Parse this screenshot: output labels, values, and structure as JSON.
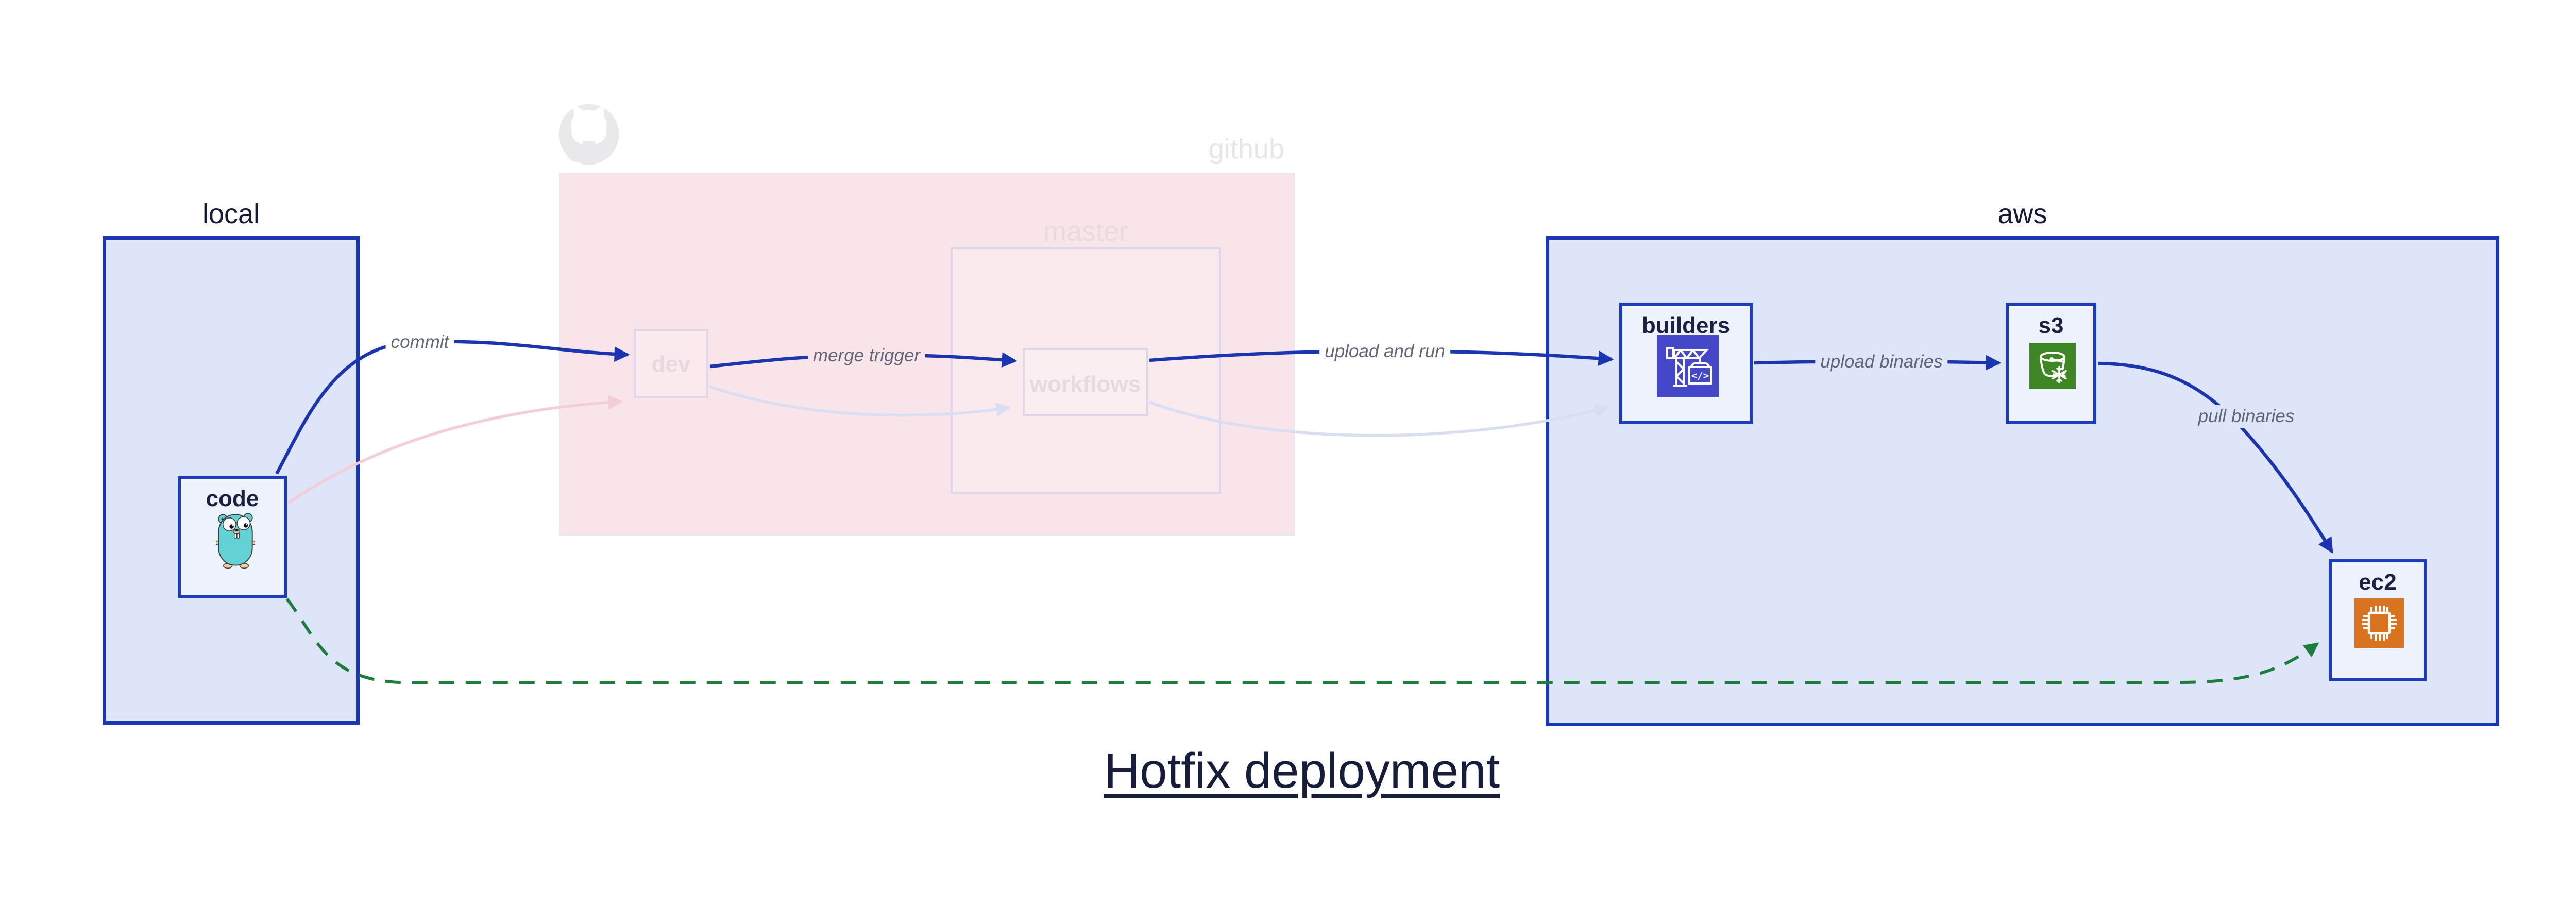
{
  "title": "Hotfix deployment",
  "containers": {
    "local": {
      "label": "local"
    },
    "github": {
      "label": "github"
    },
    "master": {
      "label": "master"
    },
    "aws": {
      "label": "aws"
    }
  },
  "nodes": {
    "code": {
      "label": "code",
      "icon": "go-gopher-icon"
    },
    "dev": {
      "label": "dev"
    },
    "workflows": {
      "label": "workflows"
    },
    "builders": {
      "label": "builders",
      "icon": "aws-codebuild-icon"
    },
    "s3": {
      "label": "s3",
      "icon": "aws-s3-glacier-icon"
    },
    "ec2": {
      "label": "ec2",
      "icon": "aws-ec2-icon"
    }
  },
  "edges": [
    {
      "from": "code",
      "to": "dev",
      "label": "commit",
      "style": "solid",
      "color": "#1b35b0"
    },
    {
      "from": "dev",
      "to": "workflows",
      "label": "merge trigger",
      "style": "solid",
      "color": "#1b35b0"
    },
    {
      "from": "workflows",
      "to": "builders",
      "label": "upload and run",
      "style": "solid",
      "color": "#1b35b0"
    },
    {
      "from": "builders",
      "to": "s3",
      "label": "upload binaries",
      "style": "solid",
      "color": "#1b35b0"
    },
    {
      "from": "s3",
      "to": "ec2",
      "label": "pull binaries",
      "style": "solid",
      "color": "#1b35b0"
    },
    {
      "from": "code",
      "to": "ec2",
      "label": "",
      "style": "dashed",
      "color": "#1f7d3c"
    },
    {
      "from": "code",
      "to": "dev",
      "label": "",
      "style": "faded",
      "color": "#f3cdd8"
    },
    {
      "from": "dev",
      "to": "workflows",
      "label": "",
      "style": "faded",
      "color": "#dadef2"
    },
    {
      "from": "workflows",
      "to": "builders",
      "label": "",
      "style": "faded",
      "color": "#dadef2"
    }
  ],
  "colors": {
    "edge_blue": "#1b35b0",
    "node_border_blue": "#1c3bbe",
    "container_border_blue": "#1837b8",
    "container_fill_blue": "#dfe5f8",
    "node_fill": "#eef2fc",
    "github_fill": "#f9e4e9",
    "faded_border": "#ddd7ea",
    "faded_pink_edge": "#f3cdd8",
    "faded_lavender_edge": "#dadef2",
    "green_dashed": "#1f7d3c",
    "edge_label_gray": "#5f6776",
    "text_navy": "#1a2142",
    "faded_text_pink": "#e7d9e0",
    "faded_text_gray": "#e6e5e8",
    "codebuild_icon_bg": "#4547c9",
    "s3_glacier_icon_bg": "#3f8624",
    "ec2_icon_bg": "#d9731f",
    "gopher_teal": "#63d2d5",
    "octocat_gray": "#e9e9eb"
  }
}
